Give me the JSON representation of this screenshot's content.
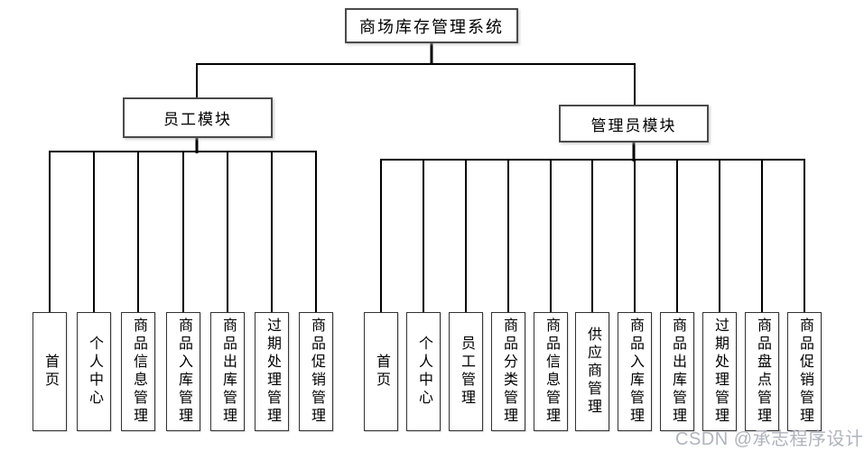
{
  "diagram": {
    "root": {
      "label": "商场库存管理系统"
    },
    "modules": [
      {
        "label": "员工模块",
        "children": [
          {
            "label": "首页"
          },
          {
            "label": "个人中心"
          },
          {
            "label": "商品信息管理"
          },
          {
            "label": "商品入库管理"
          },
          {
            "label": "商品出库管理"
          },
          {
            "label": "过期处理管理"
          },
          {
            "label": "商品促销管理"
          }
        ]
      },
      {
        "label": "管理员模块",
        "children": [
          {
            "label": "首页"
          },
          {
            "label": "个人中心"
          },
          {
            "label": "员工管理"
          },
          {
            "label": "商品分类管理"
          },
          {
            "label": "商品信息管理"
          },
          {
            "label": "供应商管理"
          },
          {
            "label": "商品入库管理"
          },
          {
            "label": "商品出库管理"
          },
          {
            "label": "过期处理管理"
          },
          {
            "label": "商品盘点管理"
          },
          {
            "label": "商品促销管理"
          }
        ]
      }
    ]
  },
  "watermark": {
    "text": "CSDN @承志程序设计",
    "color": "#b0b4bd"
  },
  "colors": {
    "background": "#ffffff",
    "connector": "#000000",
    "box_border": "#4a4a4a",
    "leaf_border": "#333333",
    "box_background": "#ffffff",
    "text": "#000000"
  }
}
